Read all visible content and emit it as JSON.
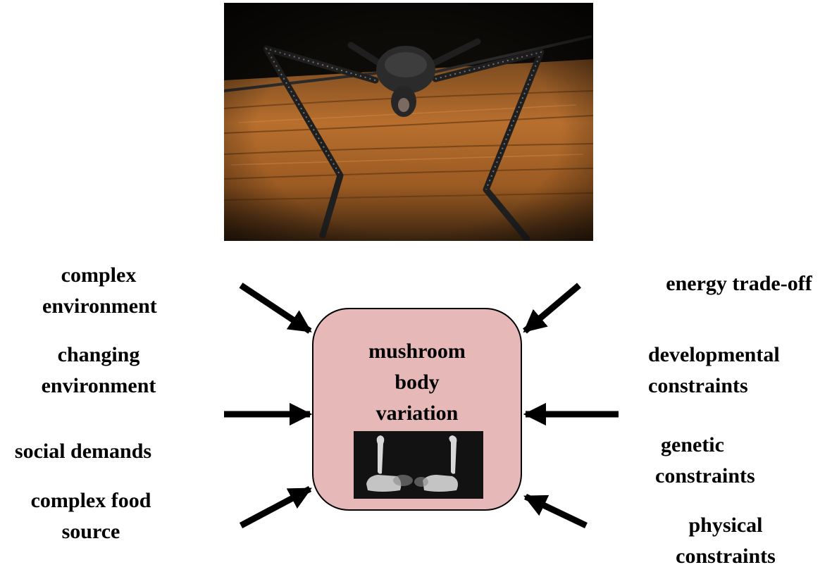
{
  "diagram": {
    "center": {
      "lines": [
        "mushroom",
        "body",
        "variation"
      ]
    },
    "left_factors": [
      {
        "lines": [
          "complex",
          "environment"
        ]
      },
      {
        "lines": [
          "changing",
          "environment"
        ]
      },
      {
        "lines": [
          "social demands"
        ]
      },
      {
        "lines": [
          "complex food",
          "source"
        ]
      }
    ],
    "right_factors": [
      {
        "lines": [
          "energy trade-off"
        ]
      },
      {
        "lines": [
          "developmental",
          "constraints"
        ]
      },
      {
        "lines": [
          "genetic",
          "constraints"
        ]
      },
      {
        "lines": [
          "physical",
          "constraints"
        ]
      }
    ]
  },
  "images": {
    "top_photo": "longhorn-beetle-on-log",
    "inset": "mushroom-body-micrograph"
  },
  "colors": {
    "box_fill": "#e6b8b7",
    "arrow": "#000000"
  }
}
